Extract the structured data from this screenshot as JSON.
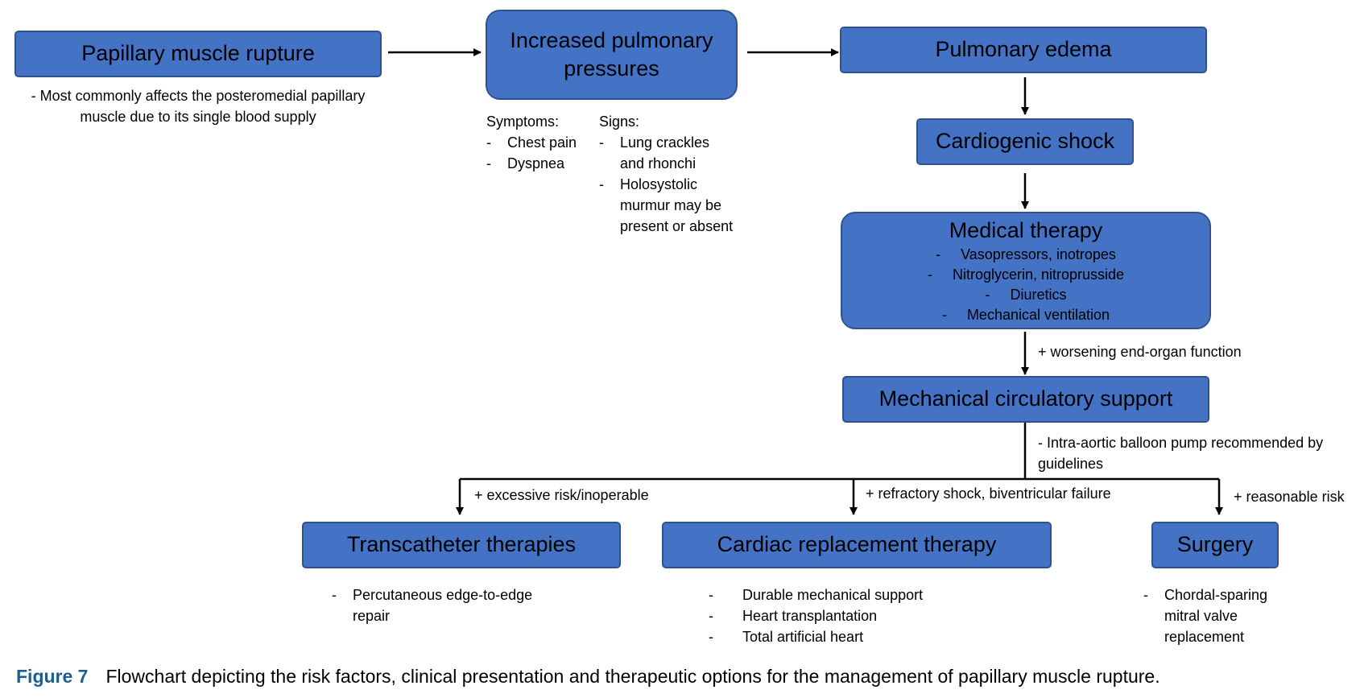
{
  "nodes": {
    "papillary": {
      "label": "Papillary muscle rupture",
      "note": "- Most commonly affects the posteromedial papillary muscle due to its single blood supply"
    },
    "pulm_pressures": {
      "label": "Increased pulmonary pressures",
      "symptoms_title": "Symptoms:",
      "symptoms": [
        "Chest pain",
        "Dyspnea"
      ],
      "signs_title": "Signs:",
      "signs": [
        "Lung crackles and rhonchi",
        "Holosystolic murmur may be present or absent"
      ]
    },
    "pulm_edema": {
      "label": "Pulmonary edema"
    },
    "cardiogenic": {
      "label": "Cardiogenic shock"
    },
    "medical": {
      "label": "Medical therapy",
      "items": [
        "Vasopressors, inotropes",
        "Nitroglycerin, nitroprusside",
        "Diuretics",
        "Mechanical ventilation"
      ]
    },
    "mcs": {
      "label": "Mechanical circulatory support",
      "note": "- Intra-aortic balloon pump recommended by guidelines"
    },
    "transcatheter": {
      "label": "Transcatheter therapies",
      "items": [
        "Percutaneous edge-to-edge repair"
      ]
    },
    "replacement": {
      "label": "Cardiac replacement therapy",
      "items": [
        "Durable mechanical support",
        "Heart transplantation",
        "Total artificial heart"
      ]
    },
    "surgery": {
      "label": "Surgery",
      "items": [
        "Chordal-sparing mitral valve replacement"
      ]
    }
  },
  "edge_labels": {
    "worsening": "+ worsening end-organ function",
    "excessive": "+ excessive risk/inoperable",
    "refractory": "+ refractory shock, biventricular failure",
    "reasonable": "+ reasonable risk"
  },
  "caption": {
    "figure": "Figure 7",
    "text": "Flowchart depicting the risk factors, clinical presentation and therapeutic options for the management of papillary muscle rupture."
  },
  "colors": {
    "box_fill": "#4472c4",
    "box_border": "#2f528f",
    "figure_label": "#1f5e8c"
  }
}
